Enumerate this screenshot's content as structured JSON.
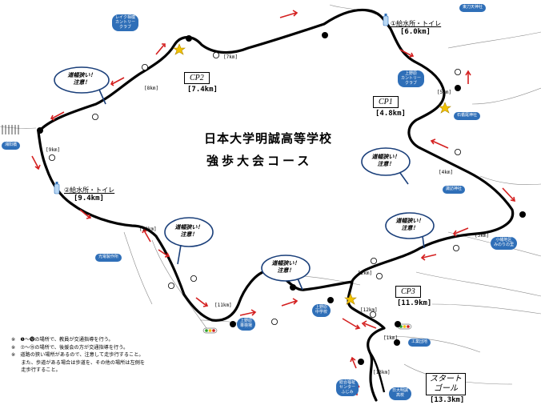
{
  "title": "日本大学明誠高等学校",
  "subtitle": "強歩大会コース",
  "checkpoints": [
    {
      "label": "CP1",
      "km": "[4.8km]"
    },
    {
      "label": "CP2",
      "km": "[7.4km]"
    },
    {
      "label": "CP3",
      "km": "[11.9km]"
    }
  ],
  "water_stations": [
    {
      "label": "①給水所・トイレ",
      "km": "[6.0km]"
    },
    {
      "label": "②給水所・トイレ",
      "km": "[9.4km]"
    }
  ],
  "distance_markers": [
    "[1km]",
    "[2km]",
    "[3km]",
    "[4km]",
    "[5km]",
    "[7km]",
    "[8km]",
    "[9km]",
    "[10km]",
    "[11km]",
    "[12km]",
    "[13km]"
  ],
  "places": [
    "レイク相模\nカントリー\nクラブ",
    "上野原\nカントリー\nクラブ",
    "石楯尾神社",
    "東刀天神社",
    "湘阳橋",
    "光電製作所",
    "諏訪神社",
    "上野原\n中学校",
    "上野原\n車検場",
    "小幡地区\nみのりの里",
    "工業団地",
    "総合福祉\nセンター\nふじみ",
    "日大明誠\n高校"
  ],
  "caution_bubbles": [
    "道幅狭い！\n注意！",
    "道幅狭い！\n注意！",
    "道幅狭い！\n注意！",
    "道幅狭い！\n注意！",
    "道幅狭い！\n注意！"
  ],
  "start_goal": {
    "start": "スタート",
    "goal": "ゴール",
    "km": "[13.3km]"
  },
  "notes": [
    "※　❶～⓬の場所で、教員が交通指導を行う。",
    "※　⑦～⑮の場所で、後援会の方が交通指導を行う。",
    "※　道路の狭い場所があるので、注意して走歩行すること。",
    "　　また、歩道がある場合は歩道を、その他の場所は左側を",
    "　　走歩行すること。"
  ],
  "colors": {
    "route": "#000000",
    "arrow": "#d42020",
    "label_bg": "#2f6fb8",
    "bubble": "#1a3f7a",
    "star": "#f2c200"
  },
  "icons": [
    "star-icon",
    "water-bottle-icon",
    "traffic-light-icon",
    "arrow-icon",
    "bridge-icon"
  ]
}
